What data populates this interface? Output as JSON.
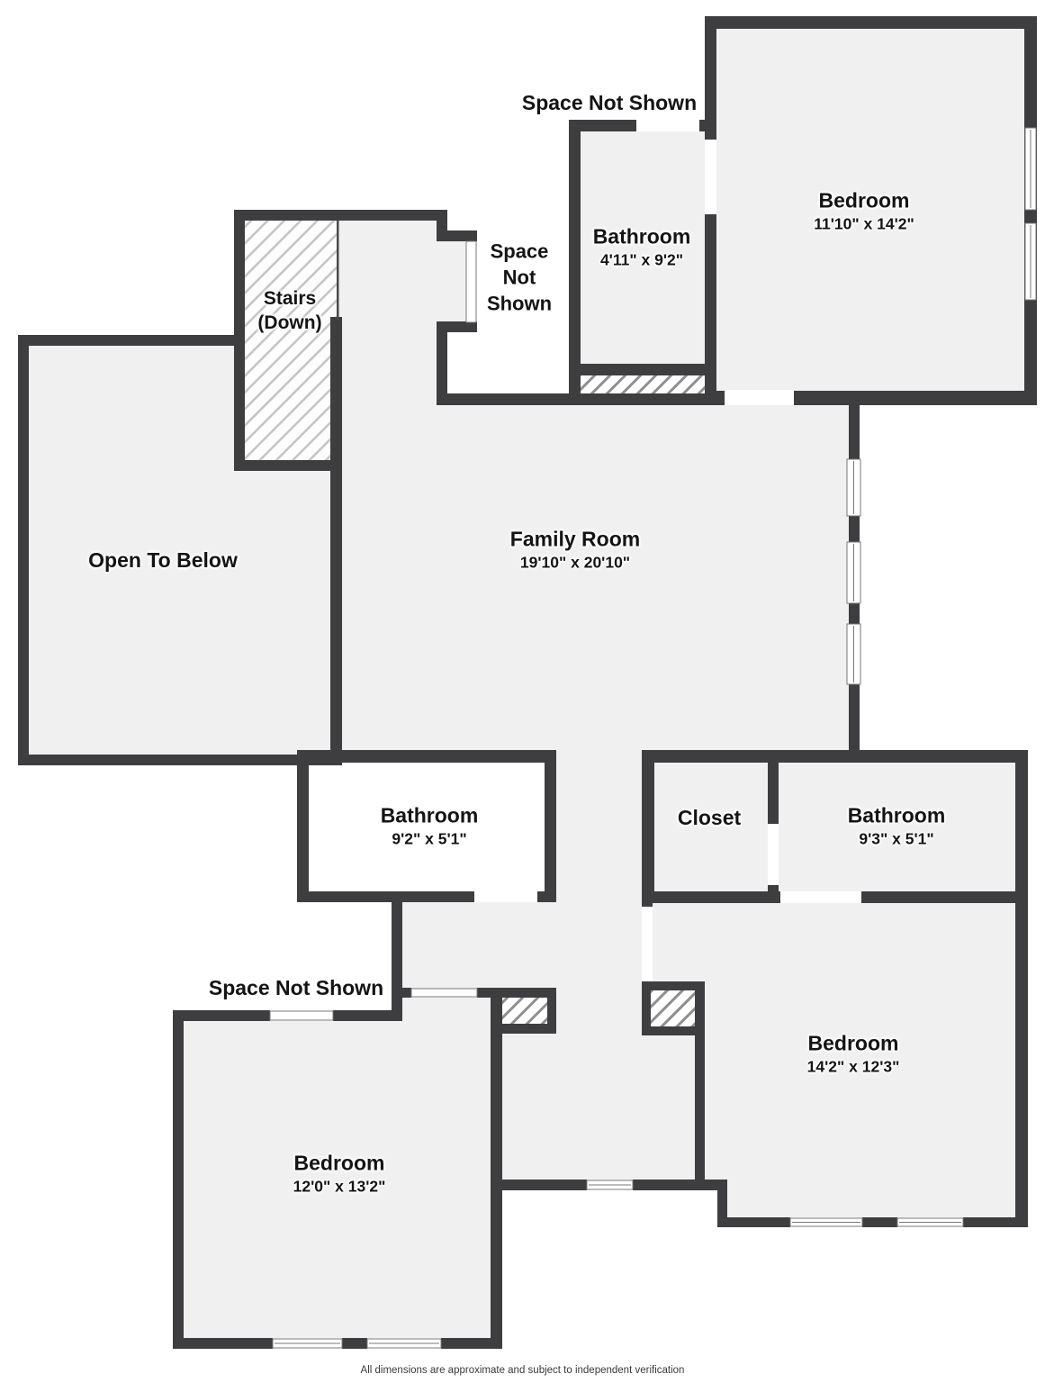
{
  "floorplan": {
    "rooms": {
      "bedroom_top_right": {
        "name": "Bedroom",
        "dims": "11'10\" x 14'2\""
      },
      "bathroom_top": {
        "name": "Bathroom",
        "dims": "4'11\" x 9'2\""
      },
      "stairs": {
        "name": "Stairs",
        "sub": "(Down)"
      },
      "open_to_below": {
        "name": "Open To Below"
      },
      "family_room": {
        "name": "Family Room",
        "dims": "19'10\" x 20'10\""
      },
      "bathroom_left": {
        "name": "Bathroom",
        "dims": "9'2\" x 5'1\""
      },
      "closet": {
        "name": "Closet"
      },
      "bathroom_right": {
        "name": "Bathroom",
        "dims": "9'3\" x 5'1\""
      },
      "bedroom_bottom_left": {
        "name": "Bedroom",
        "dims": "12'0\" x 13'2\""
      },
      "bedroom_bottom_right": {
        "name": "Bedroom",
        "dims": "14'2\" x 12'3\""
      }
    },
    "annotations": {
      "space_not_shown_top": "Space Not Shown",
      "space_not_shown_mid_line1": "Space",
      "space_not_shown_mid_line2": "Not",
      "space_not_shown_mid_line3": "Shown",
      "space_not_shown_bottom": "Space Not Shown"
    },
    "footer": "All dimensions are approximate and subject to independent verification",
    "colors": {
      "wall": "#3e3e40",
      "floor": "#f0f0f0",
      "hatch_stairs_line": "#c3c3c3",
      "hatch_box_line": "#8f8f8f",
      "window_stroke": "#777777"
    }
  }
}
